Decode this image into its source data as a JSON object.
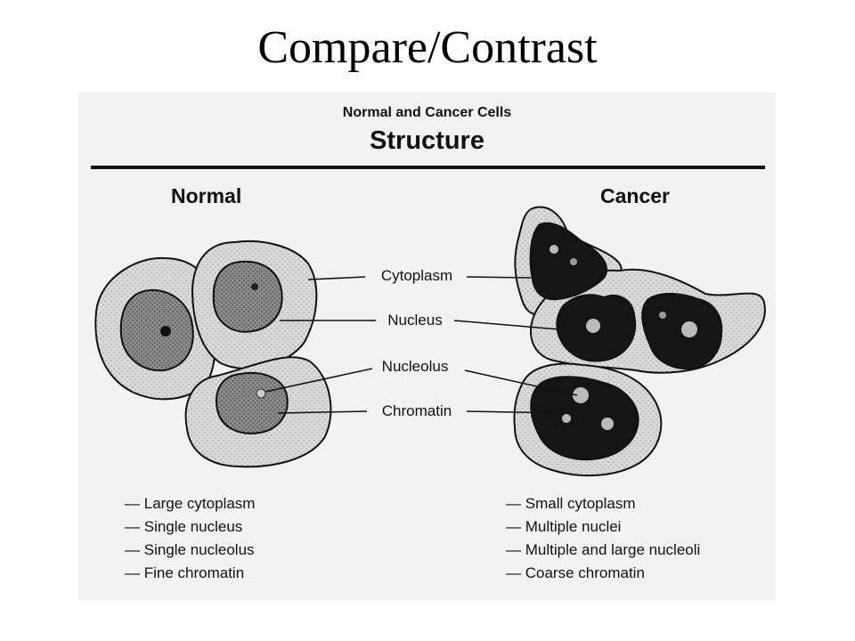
{
  "title": "Compare/Contrast",
  "figure": {
    "subtitle": "Normal and Cancer Cells",
    "heading": "Structure",
    "columns": {
      "normal": "Normal",
      "cancer": "Cancer"
    },
    "labels": [
      "Cytoplasm",
      "Nucleus",
      "Nucleolus",
      "Chromatin"
    ],
    "normal_traits": [
      "Large cytoplasm",
      "Single nucleus",
      "Single nucleolus",
      "Fine chromatin"
    ],
    "cancer_traits": [
      "Small cytoplasm",
      "Multiple nuclei",
      "Multiple and large nucleoli",
      "Coarse chromatin"
    ]
  }
}
